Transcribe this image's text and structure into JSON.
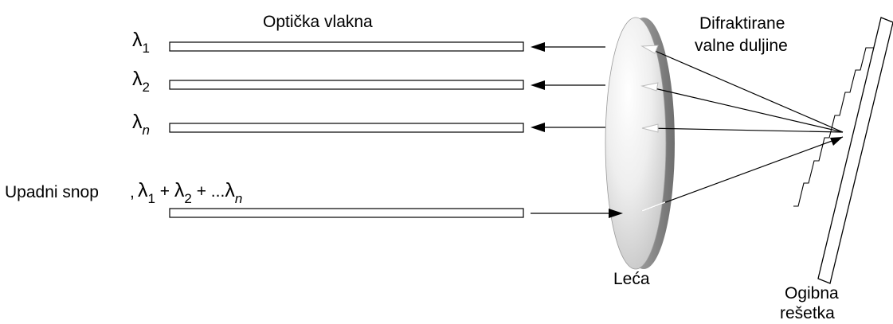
{
  "labels": {
    "fibers_title": "Optička vlakna",
    "diffracted_line1": "Difraktirane",
    "diffracted_line2": "valne duljine",
    "incident_beam": "Upadni snop",
    "incident_comma": ",",
    "lens": "Leća",
    "grating_line1": "Ogibna",
    "grating_line2": "rešetka"
  },
  "wavelengths": {
    "symbol": "λ",
    "fiber1_sub": "1",
    "fiber2_sub": "2",
    "fiber3_sub": "n",
    "sum_plus1": " + ",
    "sum_plus2": " + ...",
    "sum_sub1": "1",
    "sum_sub2": "2",
    "sum_subn": "n"
  },
  "colors": {
    "ink": "#000000",
    "lens_fill_light": "#f7f7f7",
    "lens_fill_dark": "#c9c9c9",
    "lens_rim": "#8a8a8a",
    "grating_fill": "#ffffff"
  }
}
